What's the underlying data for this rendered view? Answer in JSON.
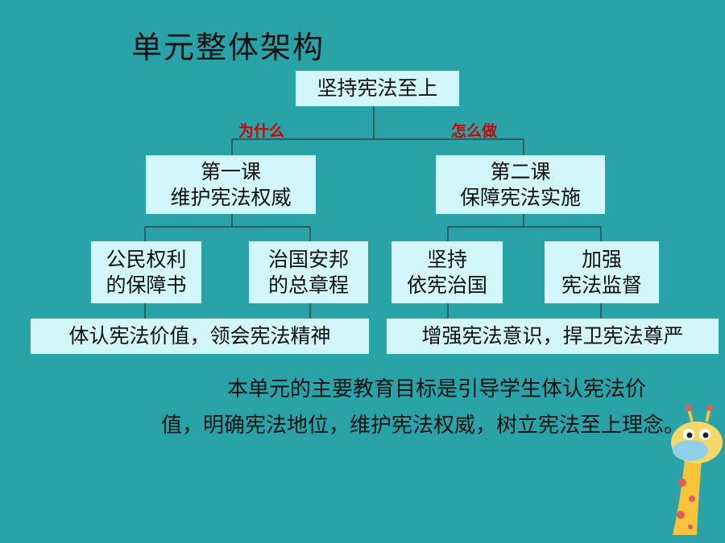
{
  "title": "单元整体架构",
  "root": "坚持宪法至上",
  "edge_left": "为什么",
  "edge_right": "怎么做",
  "lesson1": {
    "line1": "第一课",
    "line2": "维护宪法权威"
  },
  "lesson2": {
    "line1": "第二课",
    "line2": "保障宪法实施"
  },
  "leaves": [
    {
      "line1": "公民权利",
      "line2": "的保障书"
    },
    {
      "line1": "治国安邦",
      "line2": "的总章程"
    },
    {
      "line1": "坚持",
      "line2": "依宪治国"
    },
    {
      "line1": "加强",
      "line2": "宪法监督"
    }
  ],
  "summary_left": "体认宪法价值，领会宪法精神",
  "summary_right": "增强宪法意识，捍卫宪法尊严",
  "paragraph": "本单元的主要教育目标是引导学生体认宪法价值，明确宪法地位，维护宪法权威，树立宪法至上理念。",
  "colors": {
    "background": "#2aa3a8",
    "box": "#d2f6f9",
    "edge_label": "#d40000"
  }
}
